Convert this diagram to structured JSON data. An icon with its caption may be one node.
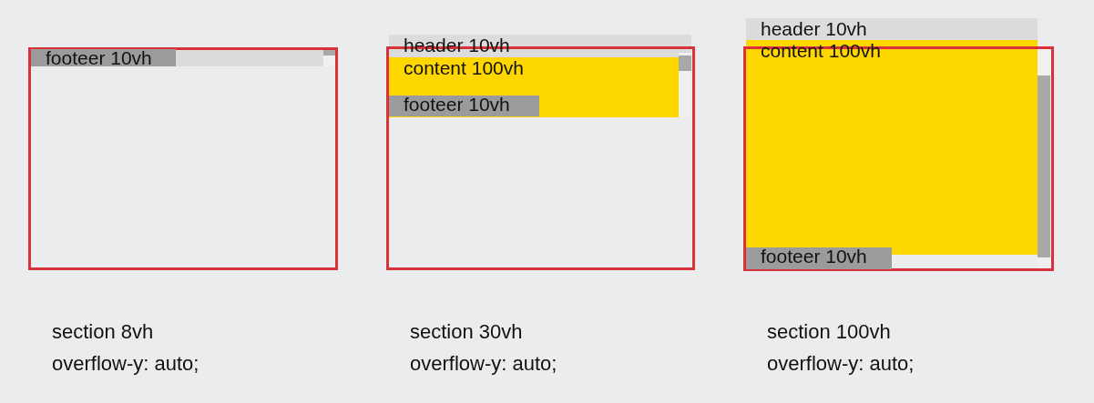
{
  "diagram": {
    "nodes": [
      {
        "text": [],
        "shape": "box",
        "beside": [
          "section 8vh",
          "overflow-y: auto;"
        ]
      },
      {
        "text": [
          "footeer 10vh"
        ],
        "in": 0
      },
      {
        "text": [],
        "shape": "box",
        "beside": [
          "section 30vh",
          "overflow-y: auto;"
        ]
      },
      {
        "text": [
          "header 10vh"
        ]
      },
      {
        "text": [
          "content 100vh"
        ],
        "in": 2
      },
      {
        "text": [
          "footeer 10vh"
        ],
        "in": 4
      },
      {
        "text": [],
        "shape": "box",
        "beside": [
          "section 100vh",
          "overflow-y: auto;"
        ]
      },
      {
        "text": [
          "header 10vh"
        ]
      },
      {
        "text": [
          "content 100vh"
        ]
      },
      {
        "text": [
          "footeer 10vh"
        ],
        "in": 6
      }
    ],
    "edges": []
  }
}
